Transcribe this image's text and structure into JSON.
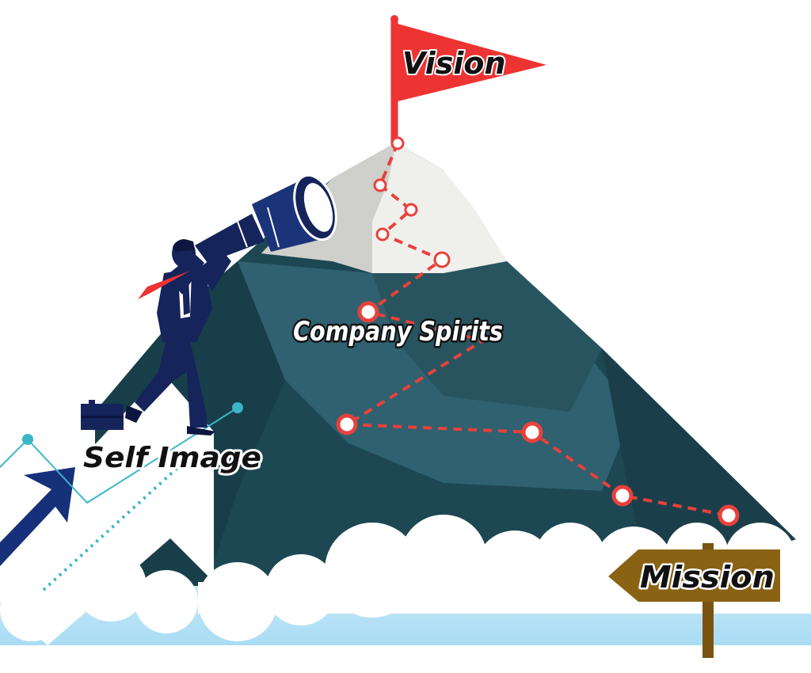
{
  "labels": {
    "vision": "Vision",
    "company_spirits": "Company Spirits",
    "self_image": "Self Image",
    "mission": "Mission"
  },
  "colors": {
    "mountain_dark": "#1c4753",
    "mountain_mid": "#27545f",
    "mountain_light": "#2f6170",
    "snow": "#efefec",
    "snow_shadow": "#cfcfcb",
    "flag": "#ee3333",
    "path": "#e8413c",
    "sky": "#bfe6f8",
    "cloud": "#ffffff",
    "suit": "#15245a",
    "sign_wood": "#8a6214",
    "post": "#7a5410",
    "accent_cyan": "#3ab6c8"
  },
  "icons": [
    "flag-icon",
    "telescope-icon",
    "briefcase-icon",
    "growth-arrow-icon",
    "signpost-icon"
  ]
}
